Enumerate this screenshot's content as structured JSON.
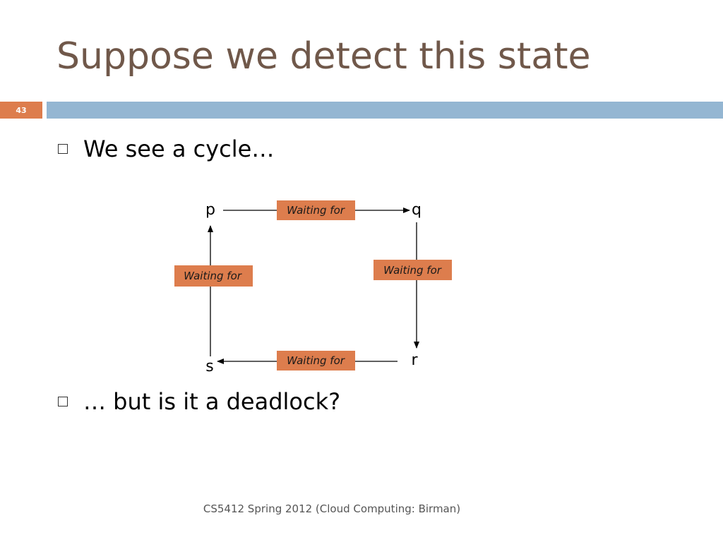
{
  "slide": {
    "title": "Suppose we detect this state",
    "number": "43",
    "bullets": [
      "We see a cycle…",
      "… but is it a deadlock?"
    ],
    "footer": "CS5412 Spring 2012 (Cloud Computing: Birman)"
  },
  "diagram": {
    "nodes": [
      "p",
      "q",
      "r",
      "s"
    ],
    "edges": [
      {
        "from": "p",
        "to": "q",
        "label": "Waiting for"
      },
      {
        "from": "q",
        "to": "r",
        "label": "Waiting for"
      },
      {
        "from": "r",
        "to": "s",
        "label": "Waiting for"
      },
      {
        "from": "s",
        "to": "p",
        "label": "Waiting for"
      }
    ]
  },
  "colors": {
    "title": "#70584a",
    "accent_orange": "#dd7d4d",
    "accent_blue": "#94b6d2"
  }
}
